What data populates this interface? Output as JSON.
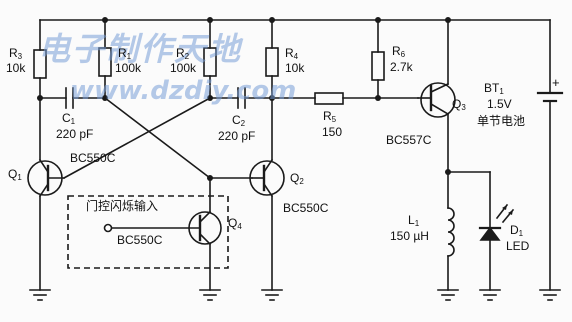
{
  "watermark": {
    "title": "电子制作天地",
    "url": "www.dzdiy.com"
  },
  "components": {
    "R3": {
      "name": "R",
      "sub": "3",
      "value": "10k"
    },
    "R1": {
      "name": "R",
      "sub": "1",
      "value": "100k"
    },
    "R2": {
      "name": "R",
      "sub": "2",
      "value": "100k"
    },
    "R4": {
      "name": "R",
      "sub": "4",
      "value": "10k"
    },
    "R5": {
      "name": "R",
      "sub": "5",
      "value": "150"
    },
    "R6": {
      "name": "R",
      "sub": "6",
      "value": "2.7k"
    },
    "C1": {
      "name": "C",
      "sub": "1",
      "value": "220 pF"
    },
    "C2": {
      "name": "C",
      "sub": "2",
      "value": "220 pF"
    },
    "Q1": {
      "name": "Q",
      "sub": "1",
      "part": "BC550C"
    },
    "Q2": {
      "name": "Q",
      "sub": "2",
      "part": "BC550C"
    },
    "Q3": {
      "name": "Q",
      "sub": "3",
      "part": "BC557C"
    },
    "Q4": {
      "name": "Q",
      "sub": "4",
      "part": "BC550C"
    },
    "L1": {
      "name": "L",
      "sub": "1",
      "value": "150 µH"
    },
    "D1": {
      "name": "D",
      "sub": "1",
      "value": "LED"
    },
    "BT1": {
      "name": "BT",
      "sub": "1",
      "value": "1.5V",
      "desc": "单节电池"
    }
  },
  "gate_label": "门控闪烁输入",
  "polarity": "+"
}
